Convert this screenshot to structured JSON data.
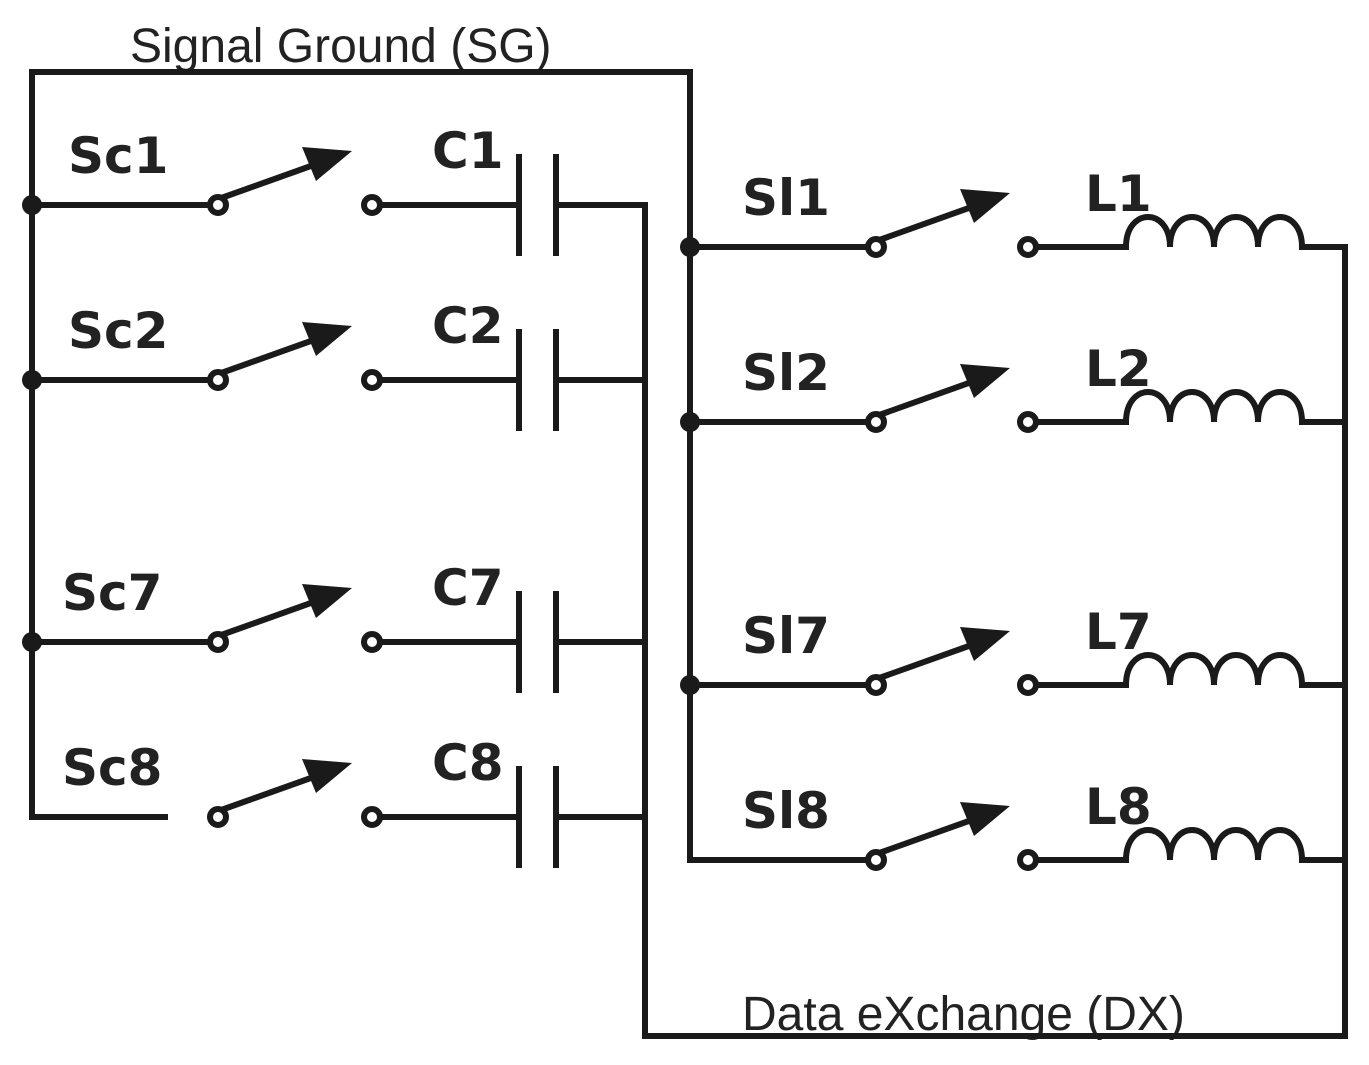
{
  "bus_labels": {
    "signal_ground": "Signal Ground (SG)",
    "data_exchange": "Data eXchange (DX)"
  },
  "capacitor_branches": [
    {
      "switch": "Sc1",
      "component": "C1"
    },
    {
      "switch": "Sc2",
      "component": "C2"
    },
    {
      "switch": "Sc7",
      "component": "C7"
    },
    {
      "switch": "Sc8",
      "component": "C8"
    }
  ],
  "inductor_branches": [
    {
      "switch": "Sl1",
      "component": "L1"
    },
    {
      "switch": "Sl2",
      "component": "L2"
    },
    {
      "switch": "Sl7",
      "component": "L7"
    },
    {
      "switch": "Sl8",
      "component": "L8"
    }
  ]
}
